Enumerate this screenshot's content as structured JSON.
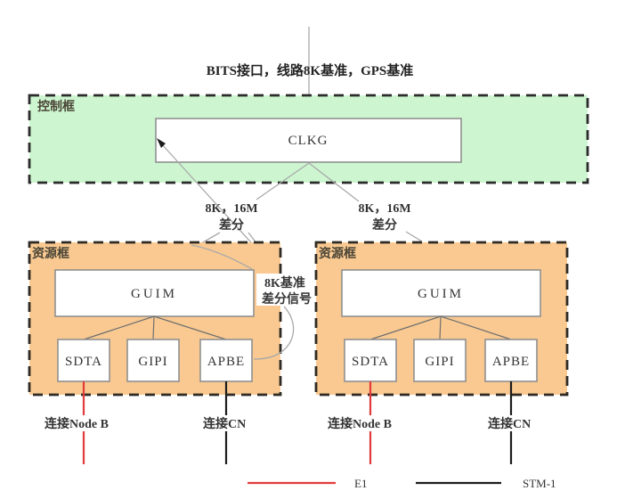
{
  "diagram": {
    "top_input_label": "BITS接口，线路8K基准，GPS基准",
    "control_frame": {
      "label": "控制框",
      "board": "CLKG"
    },
    "clock_links": {
      "left_line1": "8K，16M",
      "left_line2": "差分",
      "right_line1": "8K，16M",
      "right_line2": "差分"
    },
    "ref_signal": {
      "line1": "8K基准",
      "line2": "差分信号"
    },
    "frames": [
      {
        "label": "资源框",
        "hub_board": "GUIM",
        "boards": [
          "SDTA",
          "GIPI",
          "APBE"
        ],
        "node_b_label": "连接Node B",
        "cn_label": "连接CN"
      },
      {
        "label": "资源框",
        "hub_board": "GUIM",
        "boards": [
          "SDTA",
          "GIPI",
          "APBE"
        ],
        "node_b_label": "连接Node B",
        "cn_label": "连接CN"
      }
    ],
    "legend": [
      {
        "label": "E1",
        "color": "#e23b3b"
      },
      {
        "label": "STM-1",
        "color": "#1c1c1c"
      }
    ],
    "colors": {
      "control_frame_fill": "#cdf6d0",
      "control_frame_border": "#2b2b2b",
      "resource_frame_fill": "#f9c991",
      "resource_frame_border": "#2e2a24",
      "e1_line": "#e23b3b",
      "stm1_line": "#1c1c1c"
    }
  }
}
